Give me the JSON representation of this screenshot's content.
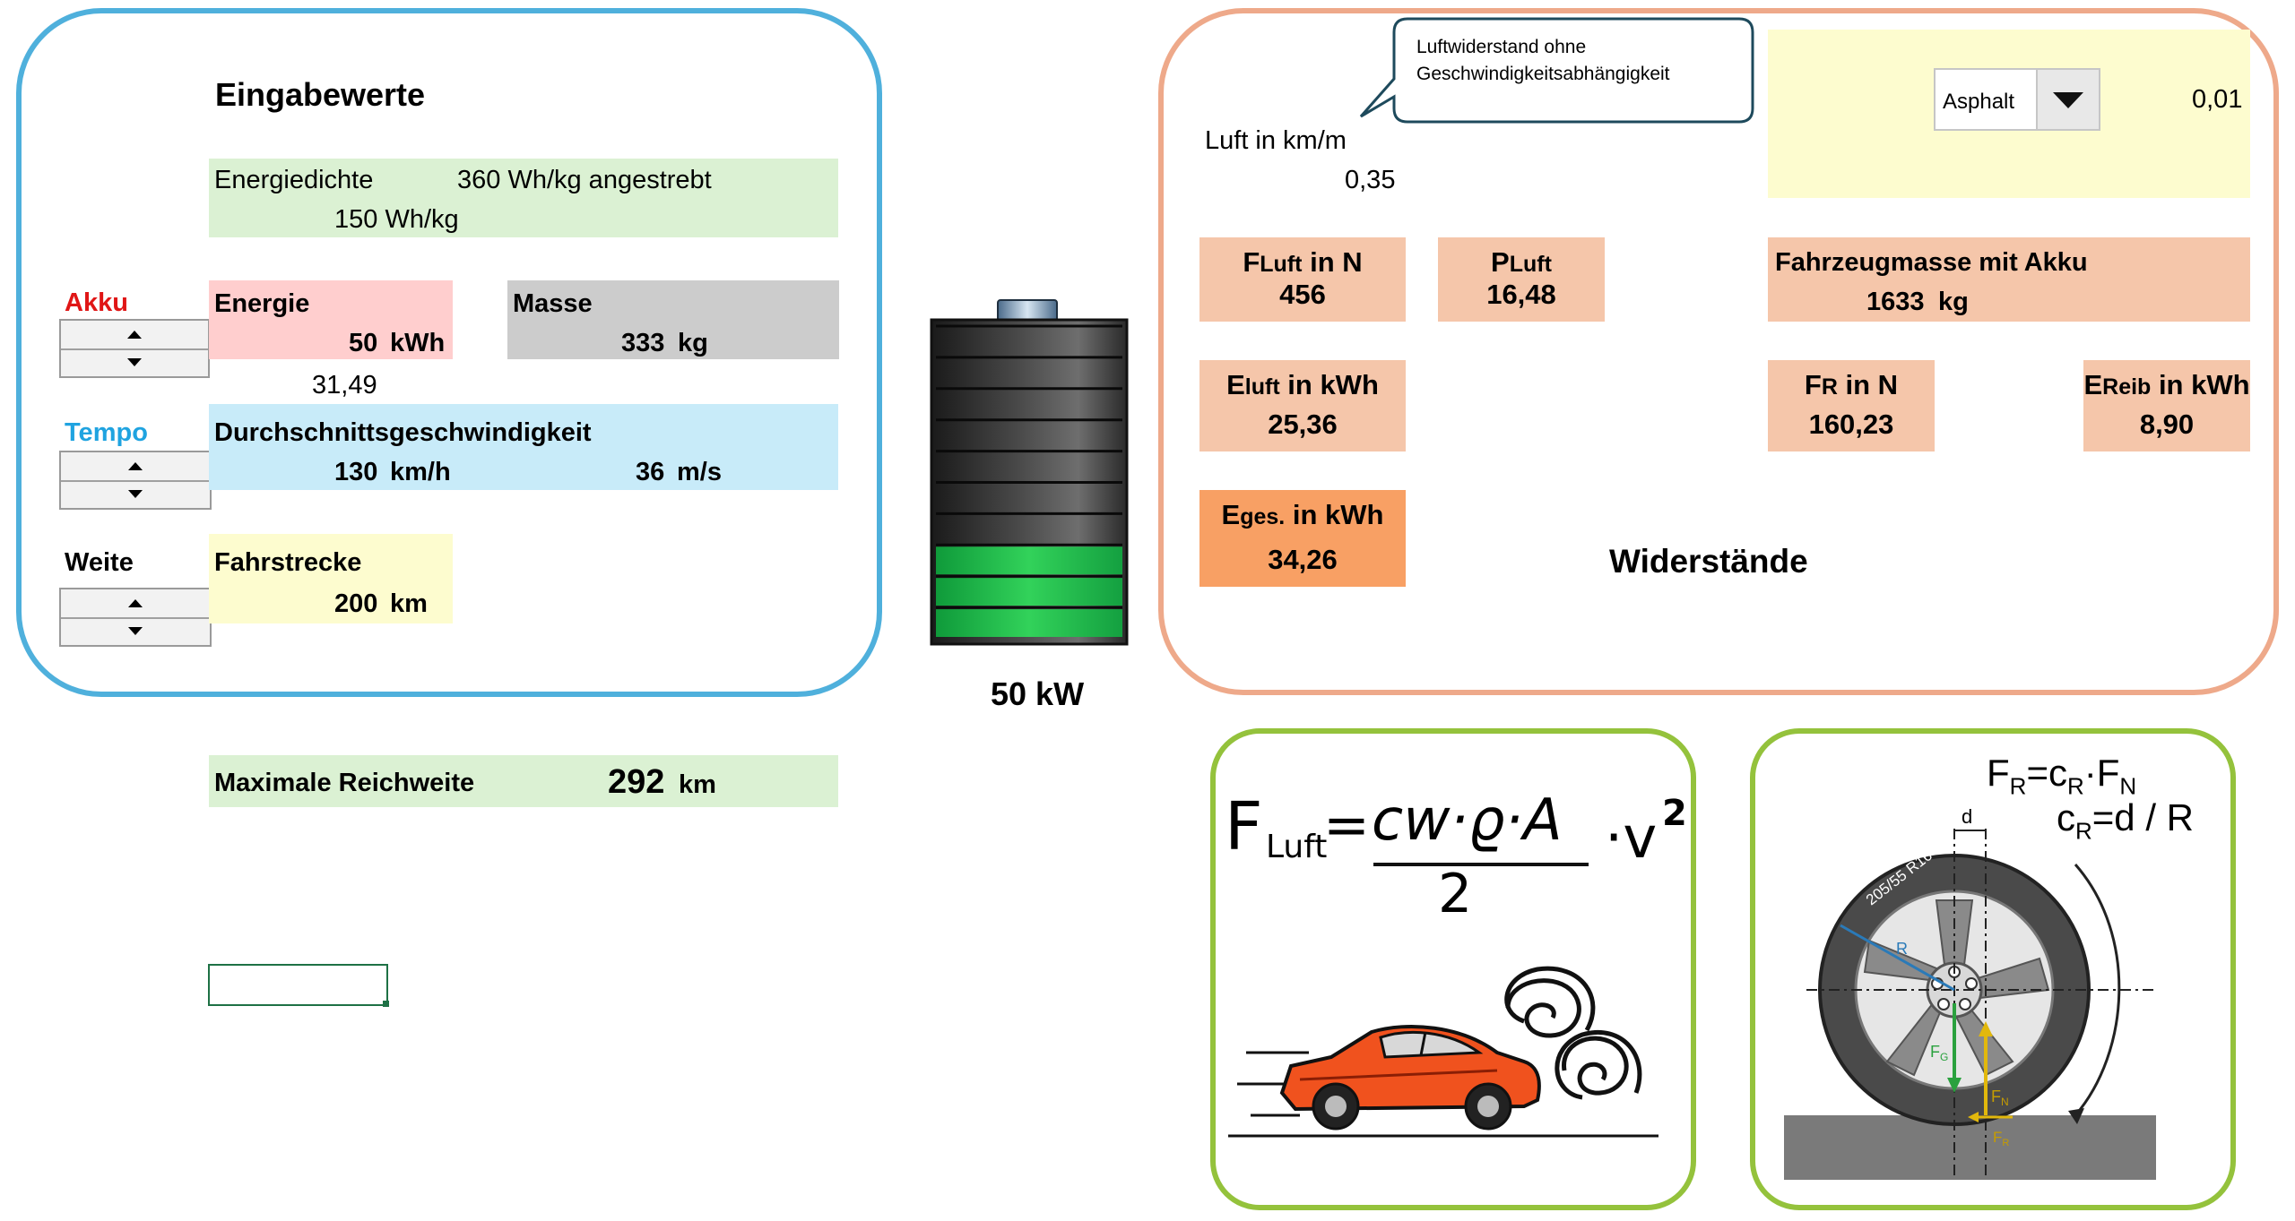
{
  "colors": {
    "input_border": "#4fb0dc",
    "result_border": "#eea98a",
    "formula_border": "#94c23c",
    "green_fill": "#dbf1d3",
    "pink_fill": "#ffcece",
    "gray_fill": "#cccccc",
    "blue_fill": "#c8ebf9",
    "yellow_fill": "#fdfccf",
    "salmon_fill": "#f5c6aa",
    "orange_fill": "#f8a064",
    "akku_red": "#e01616",
    "tempo_blue": "#1fa3e0"
  },
  "input": {
    "title": "Eingabewerte",
    "energiedichte_label": "Energiedichte",
    "energiedichte_target": "360 Wh/kg angestrebt",
    "energiedichte_value": "150 Wh/kg",
    "akku_label": "Akku",
    "energie_label": "Energie",
    "energie_value": "50",
    "energie_unit": "kWh",
    "masse_label": "Masse",
    "masse_value": "333",
    "masse_unit": "kg",
    "below_energie": "31,49",
    "tempo_label": "Tempo",
    "speed_label": "Durchschnittsgeschwindigkeit",
    "speed_kmh": "130",
    "speed_kmh_unit": "km/h",
    "speed_ms": "36",
    "speed_ms_unit": "m/s",
    "weite_label": "Weite",
    "fahrstrecke_label": "Fahrstrecke",
    "fahrstrecke_value": "200",
    "fahrstrecke_unit": "km"
  },
  "battery": {
    "label": "50 kW",
    "charge_fraction": 0.3
  },
  "range": {
    "label": "Maximale Reichweite",
    "value": "292",
    "unit": "km"
  },
  "results": {
    "title": "Widerstände",
    "callout": [
      "Luftwiderstand ohne",
      "Geschwindigkeitsabhängigkeit"
    ],
    "luft_label": "Luft in km/m",
    "luft_value": "0,35",
    "road_select": "Asphalt",
    "road_value": "0,01",
    "fluft": {
      "main": "F",
      "sub": "Luft",
      "rest": " in N",
      "value": "456"
    },
    "pluft": {
      "main": "P",
      "sub": "Luft",
      "rest": "",
      "value": "16,48"
    },
    "masse": {
      "label": "Fahrzeugmasse mit Akku",
      "value": "1633",
      "unit": "kg"
    },
    "eluft": {
      "main": "E",
      "sub": "luft",
      "rest": " in kWh",
      "value": "25,36"
    },
    "fr": {
      "main": "F",
      "sub": "R",
      "rest": " in N",
      "value": "160,23"
    },
    "ereib": {
      "main": "E",
      "sub": "Reib",
      "rest": " in kWh",
      "value": "8,90"
    },
    "eges": {
      "main": "E",
      "sub": "ges.",
      "rest": " in kWh",
      "value": "34,26"
    }
  },
  "formula1": {
    "lhs": "F",
    "lhs_sub": "Luft",
    "eq": "=",
    "numerator": "cw·ϱ·A",
    "denominator": "2",
    "tail": "·v",
    "exp": "2"
  },
  "formula2": {
    "line1_a": "F",
    "line1_a_sub": "R",
    "line1_b": "=c",
    "line1_b_sub": "R",
    "line1_c": "·F",
    "line1_c_sub": "N",
    "line2_a": "c",
    "line2_a_sub": "R",
    "line2_b": "=d / R",
    "d_label": "d",
    "tyre_text": "205/55 R16",
    "r_label": "R",
    "fg_label": "F",
    "fg_sub": "G",
    "fn_label": "F",
    "fn_sub": "N",
    "fr_label": "F",
    "fr_sub": "R"
  }
}
